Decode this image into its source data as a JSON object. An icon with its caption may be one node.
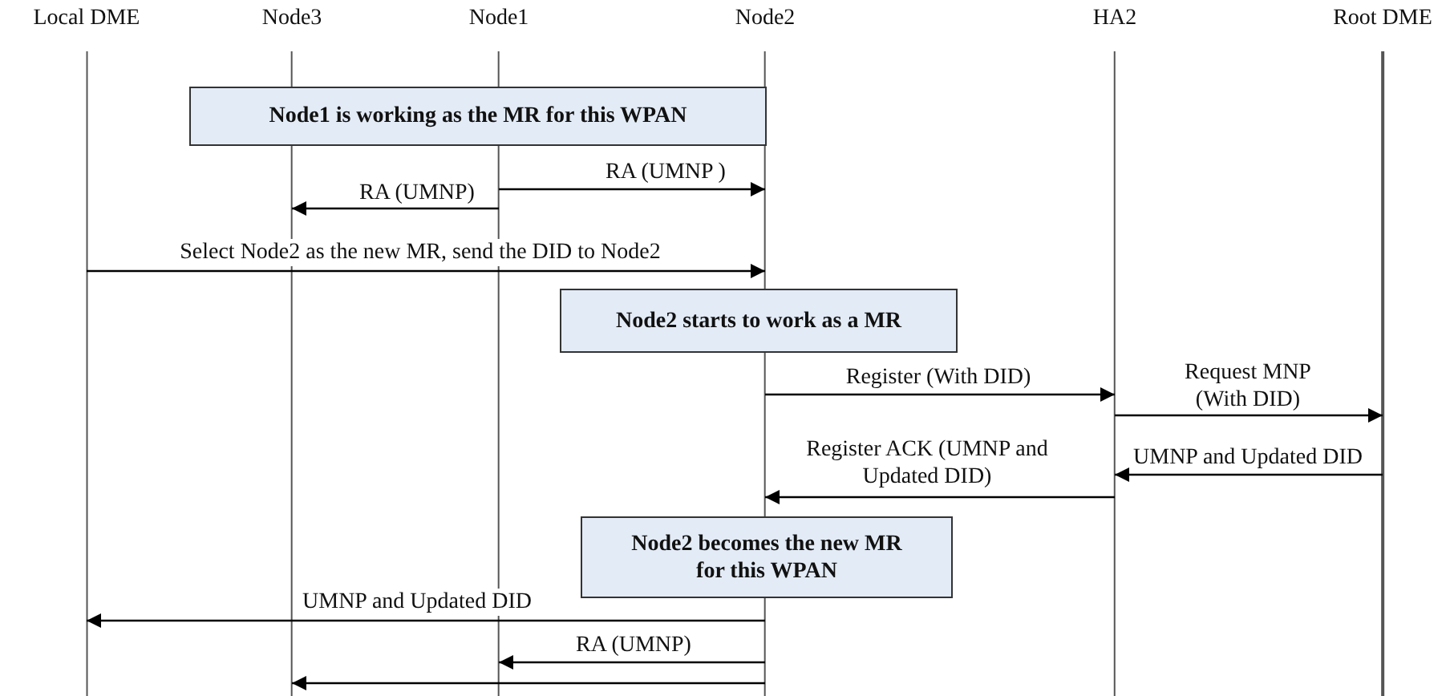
{
  "diagram": {
    "nodes": [
      {
        "text": [
          "Local DME"
        ]
      },
      {
        "text": [
          "Node3"
        ]
      },
      {
        "text": [
          "Node1"
        ]
      },
      {
        "text": [
          "Node2"
        ]
      },
      {
        "text": [
          "HA2"
        ]
      },
      {
        "text": [
          "Root DME"
        ]
      },
      {
        "text": [
          "Node1 is working as the MR for this WPAN"
        ]
      },
      {
        "text": [
          "Node2 starts to work as a MR"
        ]
      },
      {
        "text": [
          "Node2 becomes the new MR for this WPAN"
        ]
      }
    ],
    "edges": [
      {
        "from": 2,
        "to": 3,
        "arrow": "to",
        "label": "RA (UMNP )"
      },
      {
        "from": 2,
        "to": 1,
        "arrow": "to",
        "label": "RA (UMNP)"
      },
      {
        "from": 0,
        "to": 3,
        "arrow": "to",
        "label": "Select Node2 as the new MR, send the DID to Node2"
      },
      {
        "from": 3,
        "to": 4,
        "arrow": "to",
        "label": "Register (With DID)"
      },
      {
        "from": 4,
        "to": 5,
        "arrow": "to",
        "label": "Request MNP (With DID)"
      },
      {
        "from": 5,
        "to": 4,
        "arrow": "to",
        "label": "UMNP and Updated DID"
      },
      {
        "from": 4,
        "to": 3,
        "arrow": "to",
        "label": "Register ACK (UMNP and Updated DID)"
      },
      {
        "from": 3,
        "to": 0,
        "arrow": "to",
        "label": "UMNP and Updated DID"
      },
      {
        "from": 3,
        "to": 2,
        "arrow": "to",
        "label": "RA (UMNP)"
      },
      {
        "from": 3,
        "to": 1,
        "arrow": "to"
      }
    ]
  }
}
